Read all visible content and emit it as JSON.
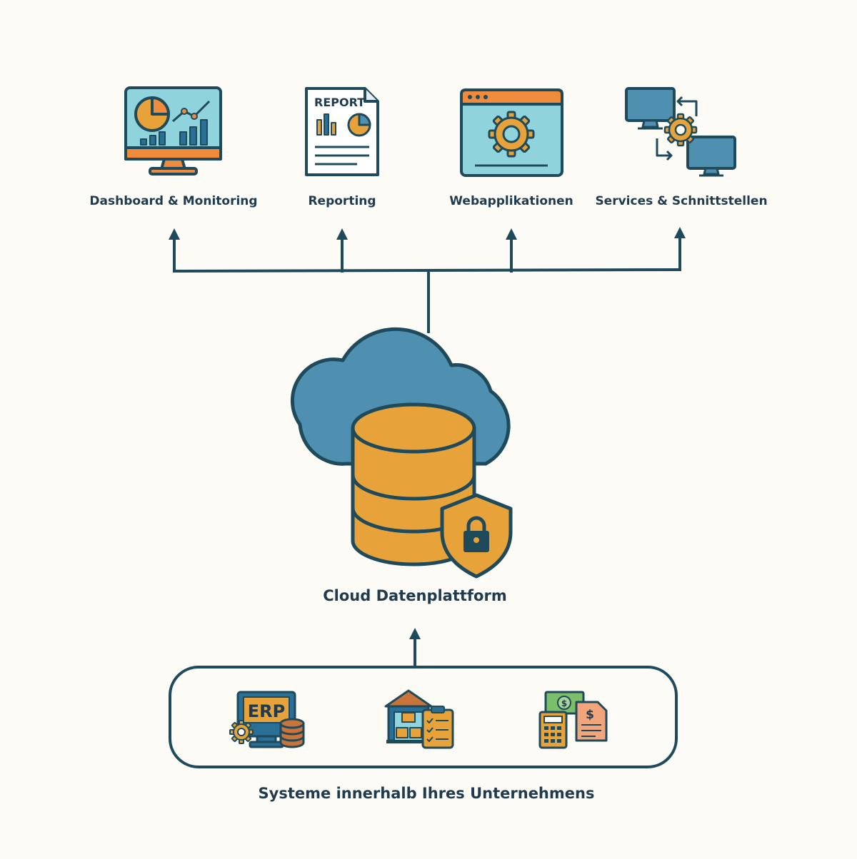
{
  "outputs": [
    {
      "label": "Dashboard & Monitoring",
      "icon": "dashboard-monitor-icon"
    },
    {
      "label": "Reporting",
      "icon": "report-document-icon"
    },
    {
      "label": "Webapplikationen",
      "icon": "web-app-gear-icon"
    },
    {
      "label": "Services & Schnittstellen",
      "icon": "services-interfaces-icon"
    }
  ],
  "report_icon_text": "REPORT",
  "center": {
    "label": "Cloud Datenplattform",
    "icon": "cloud-database-lock-icon"
  },
  "sources": {
    "label": "Systeme innerhalb Ihres Unternehmens",
    "erp_text": "ERP",
    "icons": [
      "erp-system-icon",
      "warehouse-checklist-icon",
      "finance-accounting-icon"
    ]
  },
  "colors": {
    "stroke": "#1f4a5c",
    "text": "#1f3b4d",
    "orange": "#e8a23a",
    "cloud": "#4f8fb0",
    "screen": "#8fd3dc",
    "accent_orange": "#f08a3c",
    "background": "#fcfbf6"
  }
}
